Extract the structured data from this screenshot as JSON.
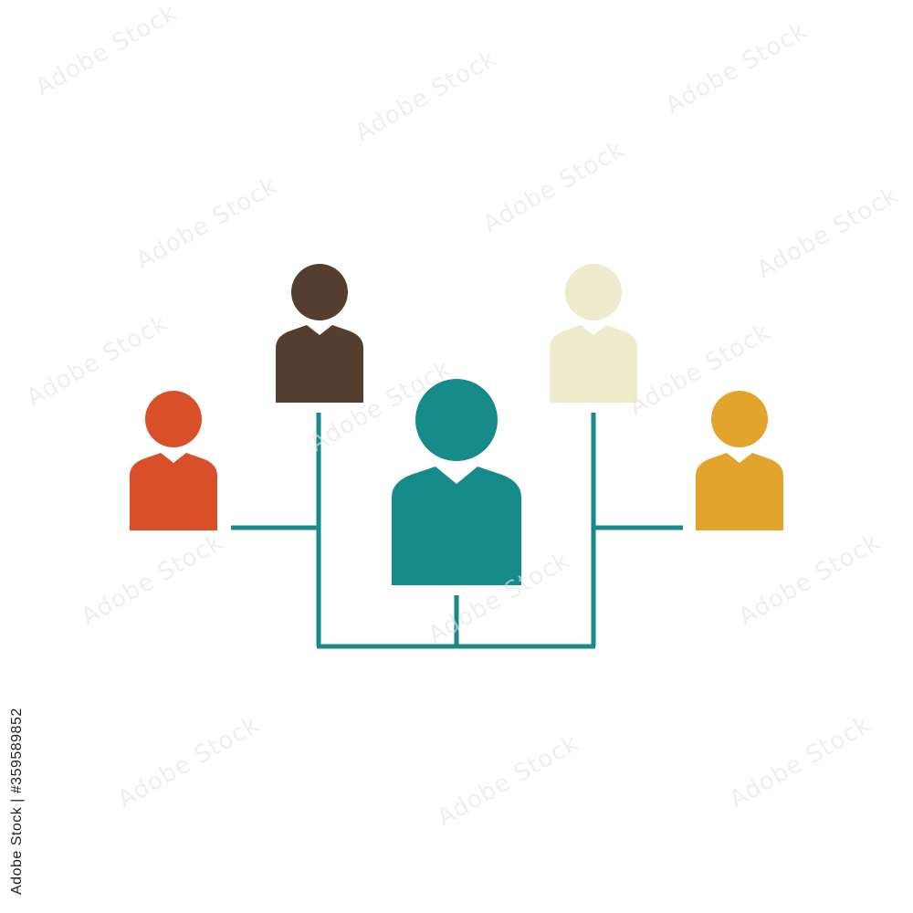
{
  "image": {
    "side_label": "Adobe Stock | #359589852",
    "watermark": "Adobe Stock"
  },
  "colors": {
    "background": "#ffffff",
    "connector": "#178a8a",
    "center_person": "#178a8a",
    "top_left_person": "#533e30",
    "top_right_person": "#ecebcb",
    "left_person": "#d84f2a",
    "right_person": "#e3a42d"
  },
  "people": [
    {
      "id": "center",
      "color_key": "center_person",
      "icon": "person-icon"
    },
    {
      "id": "top-left",
      "color_key": "top_left_person",
      "icon": "person-icon"
    },
    {
      "id": "top-right",
      "color_key": "top_right_person",
      "icon": "person-icon"
    },
    {
      "id": "left",
      "color_key": "left_person",
      "icon": "person-icon"
    },
    {
      "id": "right",
      "color_key": "right_person",
      "icon": "person-icon"
    }
  ]
}
